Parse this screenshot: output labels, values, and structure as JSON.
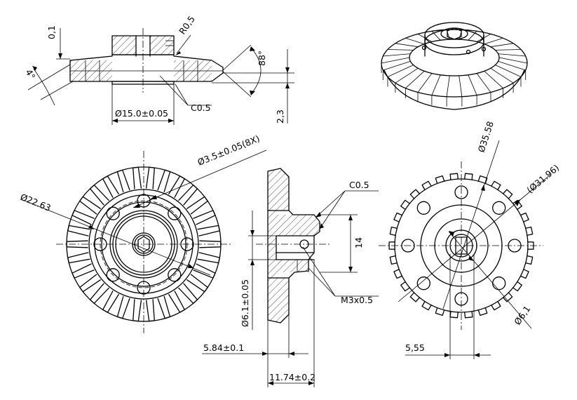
{
  "colors": {
    "line": "#000000",
    "background": "#ffffff"
  },
  "dimensions": {
    "thickness_top": "0,1",
    "fillet_radius": "R0,5",
    "angle_4deg": "4°",
    "angle_88deg": "88°",
    "hub_diameter": "Ø15.0±0.05",
    "chamfer_top": "C0.5",
    "height_2_3": "2,3",
    "hole_diameter_8x": "Ø3.5±0.05(8X)",
    "root_diameter": "Ø22.63",
    "chamfer_section": "C0.5",
    "hub_height": "14",
    "bore_diameter": "Ø6.1±0.05",
    "thread": "M3x0.5",
    "offset_5_84": "5.84±0.1",
    "width_11_74": "11.74±0.2",
    "outer_diameter": "Ø35.58",
    "pitch_diameter": "(Ø31.96)",
    "bore_diameter_small": "Ø6,1",
    "flat_width": "5,55"
  }
}
